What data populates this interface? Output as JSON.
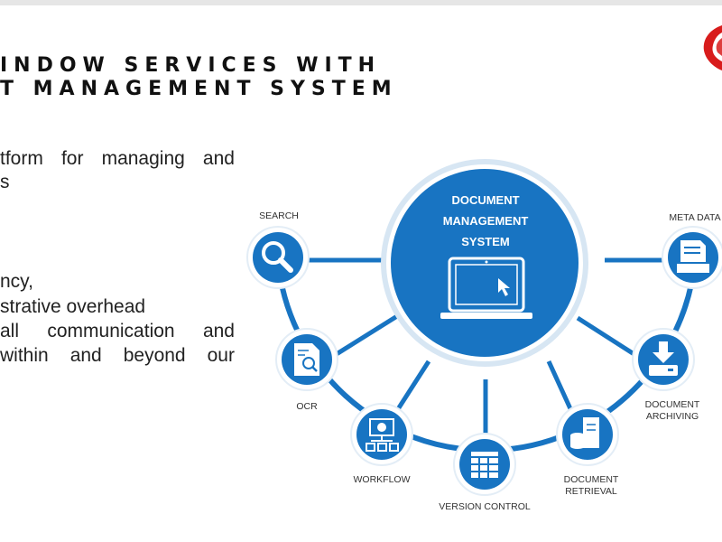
{
  "slide": {
    "title_line1": "INDOW SERVICES WITH",
    "title_line2": "T MANAGEMENT SYSTEM",
    "body": {
      "line1_a": "tform",
      "line1_b": "for",
      "line1_c": "managing",
      "line1_d": "and",
      "line2": "s",
      "line3": "ncy,",
      "line4": "strative overhead",
      "line5_a": "all",
      "line5_b": "communication",
      "line5_c": "and",
      "line6_a": "within",
      "line6_b": "and",
      "line6_c": "beyond",
      "line6_d": "our"
    }
  },
  "diagram": {
    "center": {
      "line1": "DOCUMENT",
      "line2": "MANAGEMENT",
      "line3": "SYSTEM"
    },
    "nodes": {
      "search": "SEARCH",
      "ocr": "OCR",
      "workflow": "WORKFLOW",
      "version_control": "VERSION CONTROL",
      "retrieval_1": "DOCUMENT",
      "retrieval_2": "RETRIEVAL",
      "archiving_1": "DOCUMENT",
      "archiving_2": "ARCHIVING",
      "metadata": "META DATA"
    }
  },
  "colors": {
    "primary_blue": "#1874c2",
    "logo_red": "#d81c1c"
  }
}
